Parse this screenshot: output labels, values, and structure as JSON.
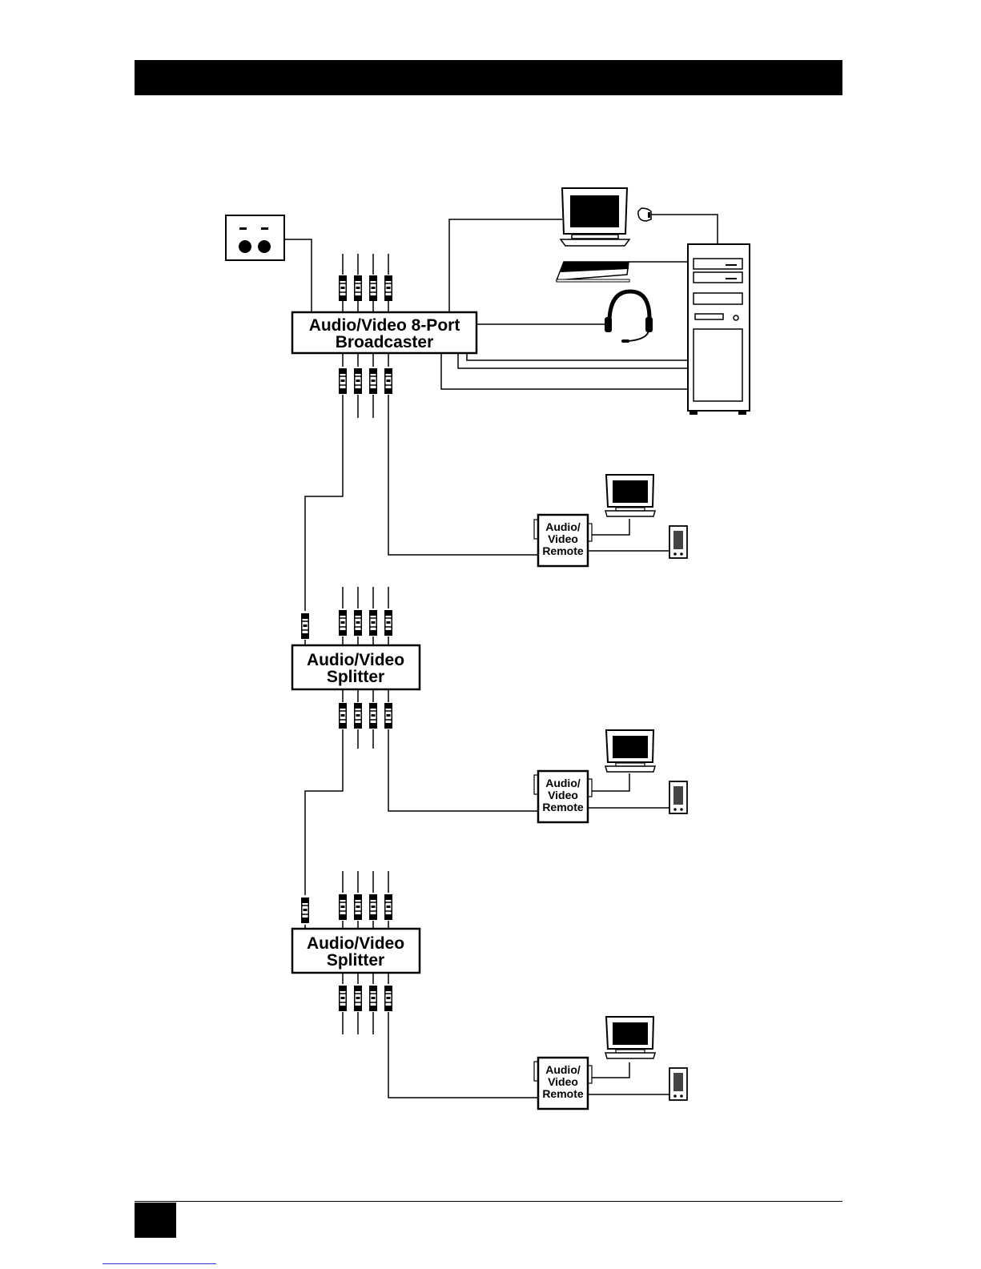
{
  "labels": {
    "broadcaster": [
      "Audio/Video 8-Port",
      "Broadcaster"
    ],
    "splitter": [
      "Audio/Video",
      "Splitter"
    ],
    "remote": [
      "Audio/",
      "Video",
      "Remote"
    ]
  },
  "splitters": [
    {
      "line1": "Audio/Video",
      "line2": "Splitter"
    },
    {
      "line1": "Audio/Video",
      "line2": "Splitter"
    }
  ],
  "remotes": [
    {
      "line1": "Audio/",
      "line2": "Video",
      "line3": "Remote"
    },
    {
      "line1": "Audio/",
      "line2": "Video",
      "line3": "Remote"
    },
    {
      "line1": "Audio/",
      "line2": "Video",
      "line3": "Remote"
    }
  ],
  "colors": {
    "ink": "#000000",
    "paper": "#ffffff",
    "link": "#2a3bd8"
  }
}
